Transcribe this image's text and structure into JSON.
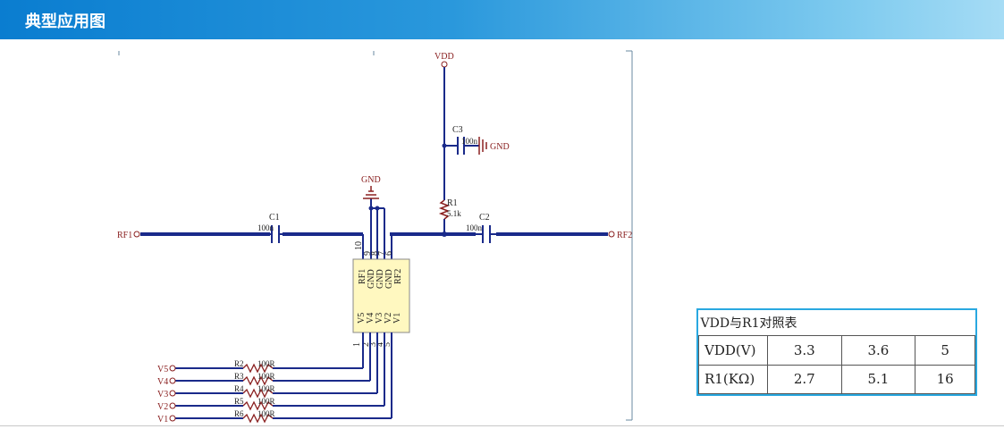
{
  "header": {
    "title": "典型应用图"
  },
  "schematic": {
    "power_label": "VDD",
    "ground_label": "GND",
    "ports": {
      "rf1": "RF1",
      "rf2": "RF2"
    },
    "components": {
      "c1": {
        "ref": "C1",
        "value": "100n"
      },
      "c2": {
        "ref": "C2",
        "value": "100n"
      },
      "c3": {
        "ref": "C3",
        "value": "100n"
      },
      "r1": {
        "ref": "R1",
        "value": "5.1k"
      },
      "r2": {
        "ref": "R2",
        "value": "100R"
      },
      "r3": {
        "ref": "R3",
        "value": "100R"
      },
      "r4": {
        "ref": "R4",
        "value": "100R"
      },
      "r5": {
        "ref": "R5",
        "value": "100R"
      },
      "r6": {
        "ref": "R6",
        "value": "100R"
      }
    },
    "chip": {
      "top_pins": [
        "RF1",
        "GND",
        "GND",
        "GND",
        "RF2"
      ],
      "top_pin_numbers": [
        "10",
        "9",
        "8",
        "7",
        "6"
      ],
      "bottom_pins": [
        "V5",
        "V4",
        "V3",
        "V2",
        "V1"
      ],
      "bottom_pin_numbers": [
        "1",
        "2",
        "3",
        "4",
        "5"
      ]
    },
    "control_inputs": [
      "V5",
      "V4",
      "V3",
      "V2",
      "V1"
    ]
  },
  "vdd_table": {
    "caption": "VDD与R1对照表",
    "rows": [
      {
        "label": "VDD(V)",
        "values": [
          "3.3",
          "3.6",
          "5"
        ]
      },
      {
        "label": "R1(KΩ)",
        "values": [
          "2.7",
          "5.1",
          "16"
        ]
      }
    ]
  }
}
